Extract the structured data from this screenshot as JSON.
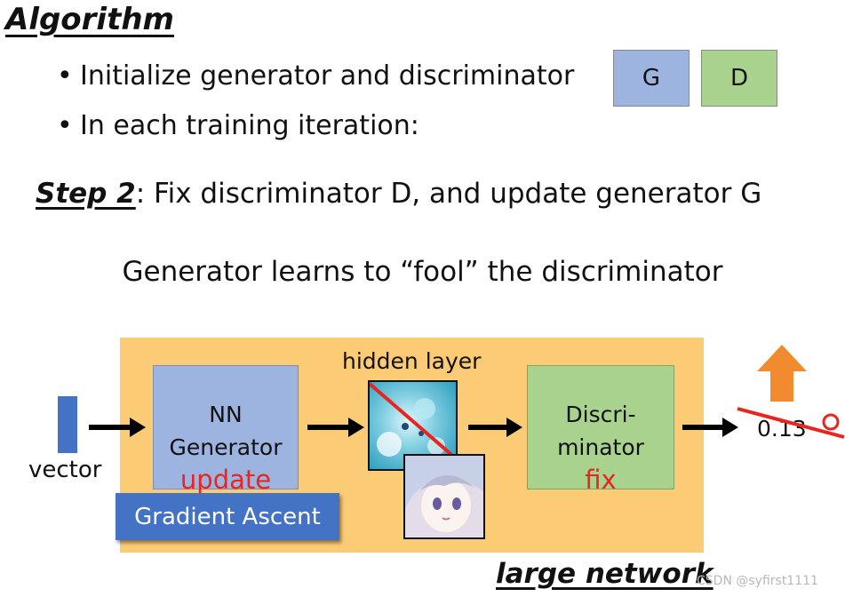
{
  "heading": "Algorithm",
  "bullets": [
    "Initialize generator and discriminator",
    "In each training iteration:"
  ],
  "bullet_symbol": "•",
  "boxes": {
    "g": "G",
    "d": "D"
  },
  "step": {
    "label": "Step 2",
    "text": ": Fix discriminator D, and update generator G"
  },
  "subtitle": "Generator learns to “fool” the discriminator",
  "diagram": {
    "vector_label": "vector",
    "generator": {
      "line1": "NN",
      "line2": "Generator",
      "status": "update"
    },
    "gradient_label": "Gradient Ascent",
    "hidden_label": "hidden layer",
    "discriminator": {
      "line1": "Discri-",
      "line2": "minator",
      "status": "fix"
    },
    "score": "0.13",
    "colors": {
      "panel": "#fbcc75",
      "generator": "#9db3e0",
      "discriminator": "#a9d28f",
      "gradient_button": "#4472c4",
      "vector": "#4472c4",
      "accent_red": "#e8251f",
      "up_arrow": "#f28a30"
    }
  },
  "footer": "large network",
  "watermark": "CSDN @syfirst1111"
}
